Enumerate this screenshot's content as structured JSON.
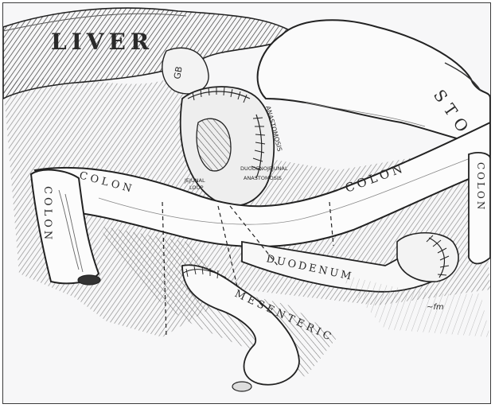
{
  "labels": {
    "liver": "LIVER",
    "stomach": "STOMACH",
    "colon_left": "COLON",
    "colon_upper_left": "COLON",
    "colon_mid": "COLON",
    "colon_right": "COLON",
    "duodenum": "DUODENUM",
    "mesenteric": "MESENTERIC",
    "jejunal": "JEJUNAL",
    "jejunal_loop": "LOOP",
    "duodenojejunal": "DUODENOJEJUNAL",
    "anastomosis": "ANASTOMOSIS",
    "gb": "GB",
    "signature": "~fm"
  }
}
